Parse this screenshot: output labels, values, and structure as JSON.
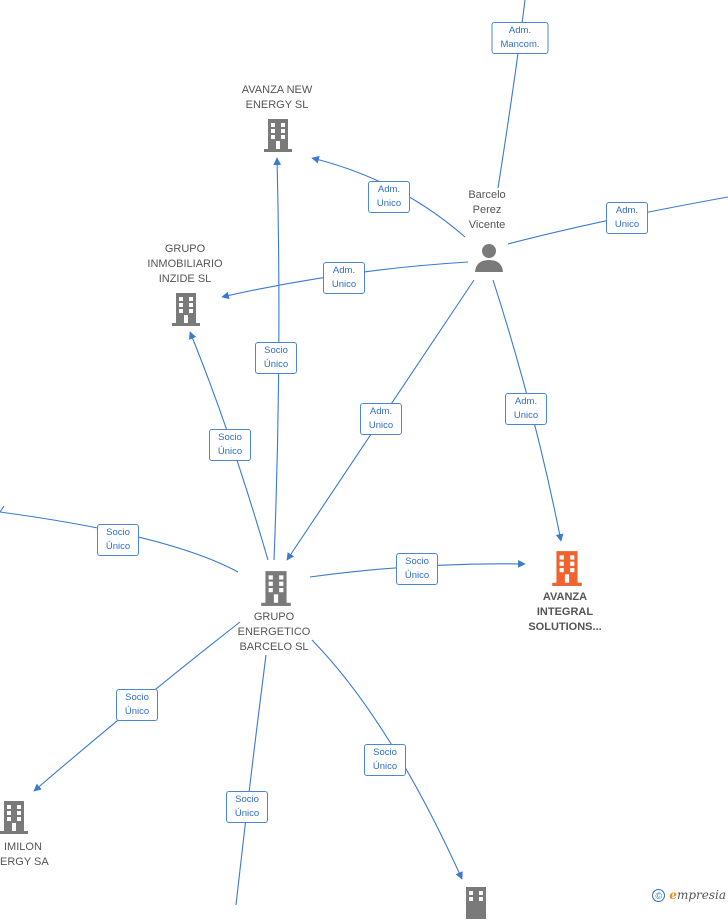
{
  "colors": {
    "edge": "#3a7ad0",
    "company_icon": "#7a7a7a",
    "main_icon": "#f0622e",
    "person_icon": "#7a7a7a",
    "label_border": "#4a86d4"
  },
  "nodes": [
    {
      "id": "avanza-new-energy",
      "kind": "company",
      "lines": [
        "AVANZA NEW",
        "ENERGY  SL"
      ]
    },
    {
      "id": "grupo-inmobiliario",
      "kind": "company",
      "lines": [
        "GRUPO",
        "INMOBILIARIO",
        "INZIDE  SL"
      ]
    },
    {
      "id": "barcelo-person",
      "kind": "person",
      "lines": [
        "Barcelo",
        "Perez",
        "Vicente"
      ]
    },
    {
      "id": "avanza-integral",
      "kind": "main",
      "lines": [
        "AVANZA",
        "INTEGRAL",
        "SOLUTIONS..."
      ]
    },
    {
      "id": "grupo-energetico",
      "kind": "company",
      "lines": [
        "GRUPO",
        "ENERGETICO",
        "BARCELO  SL"
      ]
    },
    {
      "id": "imilon",
      "kind": "company",
      "lines": [
        "IMILON",
        "ERGY SA"
      ]
    },
    {
      "id": "bottom-company",
      "kind": "company",
      "lines": []
    }
  ],
  "edge_labels": [
    {
      "id": "adm-mancom",
      "lines": [
        "Adm.",
        "Mancom."
      ]
    },
    {
      "id": "adm-unico-new-energy",
      "lines": [
        "Adm.",
        "Unico"
      ]
    },
    {
      "id": "adm-unico-right",
      "lines": [
        "Adm.",
        "Unico"
      ]
    },
    {
      "id": "adm-unico-inmobiliario",
      "lines": [
        "Adm.",
        "Unico"
      ]
    },
    {
      "id": "socio-unico-new-energy",
      "lines": [
        "Socio",
        "Único"
      ]
    },
    {
      "id": "socio-unico-inmobiliario",
      "lines": [
        "Socio",
        "Único"
      ]
    },
    {
      "id": "adm-unico-energetico",
      "lines": [
        "Adm.",
        "Unico"
      ]
    },
    {
      "id": "adm-unico-integral",
      "lines": [
        "Adm.",
        "Unico"
      ]
    },
    {
      "id": "socio-unico-left",
      "lines": [
        "Socio",
        "Único"
      ]
    },
    {
      "id": "socio-unico-integral",
      "lines": [
        "Socio",
        "Único"
      ]
    },
    {
      "id": "socio-unico-imilon",
      "lines": [
        "Socio",
        "Único"
      ]
    },
    {
      "id": "socio-unico-bottom-right",
      "lines": [
        "Socio",
        "Único"
      ]
    },
    {
      "id": "socio-unico-bottom",
      "lines": [
        "Socio",
        "Único"
      ]
    }
  ],
  "brand": {
    "copyright": "©",
    "initial": "e",
    "name": "mpresia"
  }
}
